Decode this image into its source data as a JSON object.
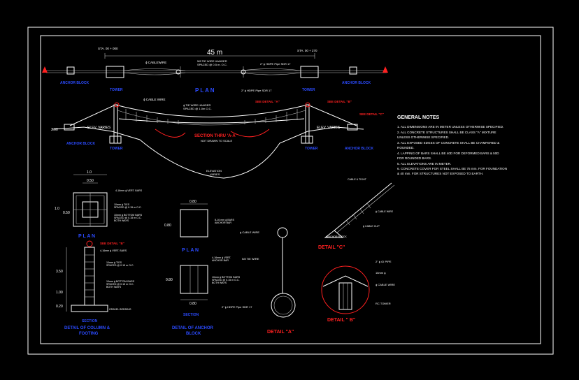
{
  "plan": {
    "sta_left": "STA. 00 + 000",
    "sta_right": "STA. 00 + 270",
    "span": "45 m",
    "cable_wire": "ϕ CABLEWIRE",
    "hanger_note_1": "5/8 TIE WIRE HANGER",
    "hanger_note_2": "SPACED @ 0.5 m. O.C.",
    "handrail_note": "2\" ϕ HDPE Pipe SDR 17",
    "anchor_block_left": "ANCHOR BLOCK",
    "tower_left": "TOWER",
    "plan_title": "P L A N",
    "tower_right": "TOWER",
    "anchor_block_right": "ANCHOR BLOCK"
  },
  "section": {
    "cable_wire": "ϕ CABLE WIRE",
    "hanger_note_1": "ϕ TIE WIRE HANGER",
    "hanger_note_2": "SPACED @ 1.0m O.C.",
    "handrail_note": "2\" ϕ HDPE Pipe SDR 17",
    "see_detail_a": "SEE DETAIL \"A\"",
    "see_detail_b": "SEE DETAIL \"B\"",
    "see_detail_c": "SEE DETAIL \"C\"",
    "elev_left_value": "3.00",
    "elev_varies_left": "ELEV. VARIES",
    "elev_varies_right": "ELEV. VARIES",
    "anchor_block_left": "ANCHOR BLOCK",
    "tower_left": "TOWER",
    "section_title": "SECTION THRU 'A-A'",
    "not_to_scale": "NOT DRAWN TO SCALE",
    "tower_right": "TOWER",
    "anchor_block_right": "ANCHOR BLOCK",
    "elevation_label_1": "ELEVATION",
    "elevation_label_2": "VARIES"
  },
  "general_notes": {
    "title": "GENERAL NOTES",
    "items": [
      "1. ALL DIMENSIONS ARE IN METER UNLESS OTHERWISE SPECIFIED.",
      "2. ALL CONCRETE STRUCTURES SHALL BE CLASS \"A\" MIXTURE",
      "    UNLESS OTHERWISE SPECIFIED.",
      "3. ALL EXPOSED EDGES OF CONCRETE SHALL BE CHAMFERED &",
      "    ROUNDED.",
      "4. LAPPING OF BARS SHALL BE 40D FOR DEFORMED BARS & 50D",
      "    FOR ROUNDED BARS.",
      "5. ALL ELEVATIONS ARE IN METER.",
      "6. CONCRETE COVER FOR STEEL SHALL BE 75 mm. FOR FOUNDATION",
      "    & 40 mm. FOR STRUCTURES NOT EXPOSED TO EARTH."
    ]
  },
  "column_detail": {
    "dim_top": "1.0",
    "dim_inner": "0.50",
    "dim_side": "1.0",
    "dim_side_inner": "0.50",
    "vert_bars": "4-16mm ϕ VERT. BARS",
    "ties_1": "10mm ϕ TIES",
    "ties_2": "SPACED @ 0.15 m O.C.",
    "bottom_bars_1": "10mm ϕ BOTTOM BARS",
    "bottom_bars_2": "SPACED @ 0.15 m O.C.",
    "bottom_bars_3": "BOTH WAYS",
    "plan_title": "P L A N",
    "see_detail_b": "SEE DETAIL \"B\"",
    "vert_bars_2": "4-16mm ϕ VERT. BARS",
    "ties_3": "10mm ϕ TIES",
    "ties_4": "SPACED @ 0.15 m O.C.",
    "bot_1": "10mm ϕ BOTTOM BARS",
    "bot_2": "SPACED @ 0.15 m O.C.",
    "bot_3": "BOTH WAYS",
    "dim_height": "3.50",
    "dim_mid": "1.00",
    "dim_low": "0.20",
    "gravel": "GRAVEL BEDDING",
    "section_title": "SECTION",
    "detail_title_1": "DETAIL OF COLUMN &",
    "detail_title_2": "FOOTING"
  },
  "anchor_detail": {
    "dim_top": "0.80",
    "dim_side": "0.80",
    "note_1": "8-16 mm ϕ BARS",
    "note_2": "ANCHOR BAR",
    "plan_title": "P L A N",
    "vert_1": "4-16mm ϕ VERT.",
    "vert_2": "ANCHOR BAR",
    "bottom_1": "10mm ϕ BOTTOM BARS",
    "bottom_2": "SPACED @ 0.15 m O.C.",
    "bottom_3": "BOTH WAYS",
    "dim_h1": "0.80",
    "dim_bottom": "0.80",
    "section_title": "SECTION",
    "detail_title_1": "DETAIL OF ANCHOR",
    "detail_title_2": "BLOCK"
  },
  "detail_a": {
    "cable_wire": "ϕ CABLE WIRE",
    "tie_wire": "5/8 TIE WIRE",
    "pipe": "2\" ϕ HDPE Pipe SDR 17",
    "title": "DETAIL \"A\""
  },
  "detail_b": {
    "pipe": "2\" ϕ GI PIPE",
    "bolt": "16mm ϕ",
    "cable": "ϕ CABLE WIRE",
    "tower": "RC TOWER",
    "title": "DETAIL \" B\""
  },
  "detail_c": {
    "clamp": "CABLE & TIGHT",
    "cable": "ϕ CABLE WIRE",
    "clip": "ϕ CABLE CLIP",
    "anchor": "ANCHOR BLOCK",
    "title": "DETAIL \"C\""
  }
}
